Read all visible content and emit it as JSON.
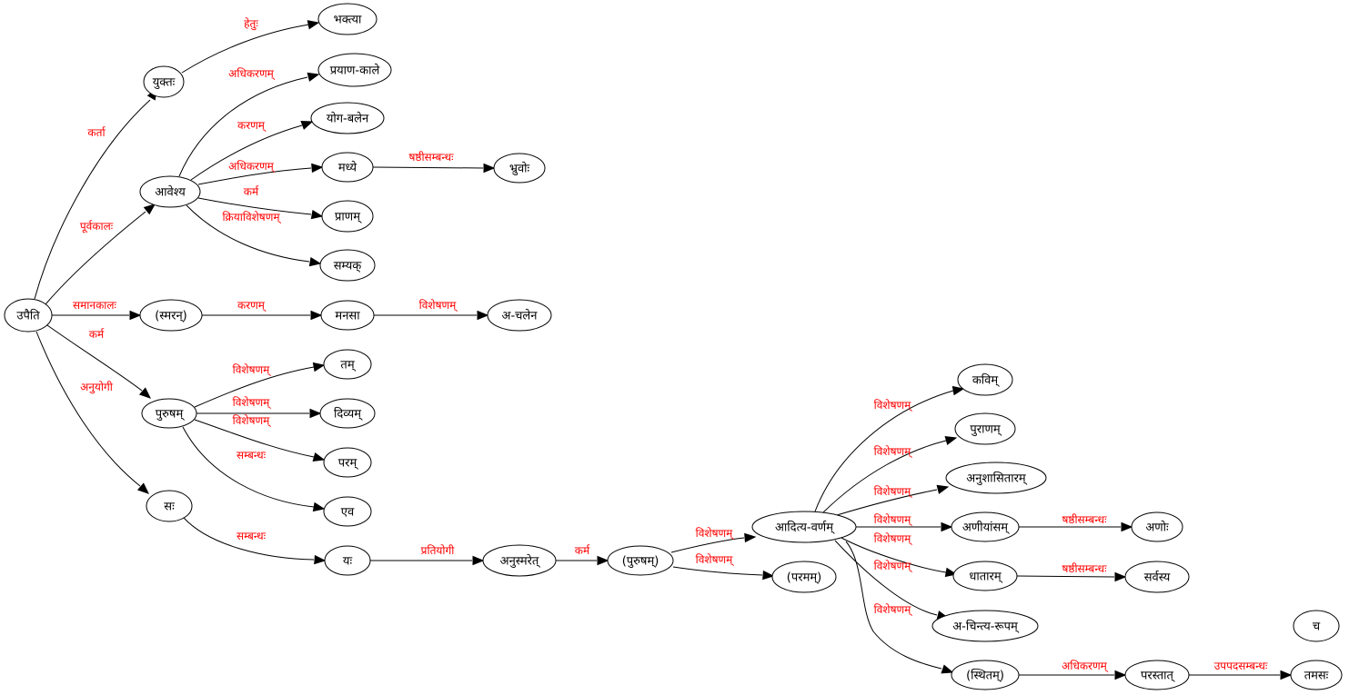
{
  "nodes": {
    "upaiti": "उपैति",
    "yuktah": "युक्तः",
    "bhaktya": "भक्त्या",
    "aveshya": "आवेश्य",
    "prayanakale": "प्रयाण-काले",
    "yogabalena": "योग-बलेन",
    "madhye": "मध्ये",
    "bhruvoh": "भ्रुवोः",
    "pranam": "प्राणम्",
    "samyak": "सम्यक्",
    "smaran": "(स्मरन्)",
    "manasa": "मनसा",
    "acalena": "अ-चलेन",
    "purusham": "पुरुषम्",
    "tam": "तम्",
    "divyam": "दिव्यम्",
    "param": "परम्",
    "eva": "एव",
    "sah": "सः",
    "yah": "यः",
    "anusmaret": "अनुस्मरेत्",
    "purusham2": "(पुरुषम्)",
    "paramam": "(परमम्)",
    "adityavarnam": "आदित्य-वर्णम्",
    "kavim": "कविम्",
    "puranam": "पुराणम्",
    "anushasitaram": "अनुशासितारम्",
    "aniyamsam": "अणीयांसम्",
    "anoh": "अणोः",
    "dhataram": "धातारम्",
    "sarvasya": "सर्वस्य",
    "acintyarupam": "अ-चिन्त्य-रूपम्",
    "sthitam": "(स्थितम्)",
    "parastat": "परस्तात्",
    "tamasah": "तमसः",
    "ca": "च"
  },
  "edges": [
    {
      "from": "upaiti",
      "to": "yuktah",
      "label": "कर्ता"
    },
    {
      "from": "yuktah",
      "to": "bhaktya",
      "label": "हेतुः"
    },
    {
      "from": "upaiti",
      "to": "aveshya",
      "label": "पूर्वकालः"
    },
    {
      "from": "aveshya",
      "to": "prayanakale",
      "label": "अधिकरणम्"
    },
    {
      "from": "aveshya",
      "to": "yogabalena",
      "label": "करणम्"
    },
    {
      "from": "aveshya",
      "to": "madhye",
      "label": "अधिकरणम्"
    },
    {
      "from": "madhye",
      "to": "bhruvoh",
      "label": "षष्ठीसम्बन्धः"
    },
    {
      "from": "aveshya",
      "to": "pranam",
      "label": "कर्म"
    },
    {
      "from": "aveshya",
      "to": "samyak",
      "label": "क्रियाविशेषणम्"
    },
    {
      "from": "upaiti",
      "to": "smaran",
      "label": "समानकालः"
    },
    {
      "from": "smaran",
      "to": "manasa",
      "label": "करणम्"
    },
    {
      "from": "manasa",
      "to": "acalena",
      "label": "विशेषणम्"
    },
    {
      "from": "upaiti",
      "to": "purusham",
      "label": "कर्म"
    },
    {
      "from": "purusham",
      "to": "tam",
      "label": "विशेषणम्"
    },
    {
      "from": "purusham",
      "to": "divyam",
      "label": "विशेषणम्"
    },
    {
      "from": "purusham",
      "to": "param",
      "label": "विशेषणम्"
    },
    {
      "from": "purusham",
      "to": "eva",
      "label": "सम्बन्धः"
    },
    {
      "from": "upaiti",
      "to": "sah",
      "label": "अनुयोगी"
    },
    {
      "from": "sah",
      "to": "yah",
      "label": "सम्बन्धः"
    },
    {
      "from": "yah",
      "to": "anusmaret",
      "label": "प्रतियोगी"
    },
    {
      "from": "anusmaret",
      "to": "purusham2",
      "label": "कर्म"
    },
    {
      "from": "purusham2",
      "to": "adityavarnam",
      "label": "विशेषणम्"
    },
    {
      "from": "purusham2",
      "to": "paramam",
      "label": "विशेषणम्"
    },
    {
      "from": "adityavarnam",
      "to": "kavim",
      "label": "विशेषणम्"
    },
    {
      "from": "adityavarnam",
      "to": "puranam",
      "label": "विशेषणम्"
    },
    {
      "from": "adityavarnam",
      "to": "anushasitaram",
      "label": "विशेषणम्"
    },
    {
      "from": "adityavarnam",
      "to": "aniyamsam",
      "label": "विशेषणम्"
    },
    {
      "from": "aniyamsam",
      "to": "anoh",
      "label": "षष्ठीसम्बन्धः"
    },
    {
      "from": "adityavarnam",
      "to": "dhataram",
      "label": "विशेषणम्"
    },
    {
      "from": "dhataram",
      "to": "sarvasya",
      "label": "षष्ठीसम्बन्धः"
    },
    {
      "from": "adityavarnam",
      "to": "acintyarupam",
      "label": "विशेषणम्"
    },
    {
      "from": "adityavarnam",
      "to": "sthitam",
      "label": "विशेषणम्"
    },
    {
      "from": "sthitam",
      "to": "parastat",
      "label": "अधिकरणम्"
    },
    {
      "from": "parastat",
      "to": "tamasah",
      "label": "उपपदसम्बन्धः"
    }
  ],
  "colors": {
    "edge_label": "#ff0000",
    "node_stroke": "#000000",
    "edge_stroke": "#000000"
  }
}
